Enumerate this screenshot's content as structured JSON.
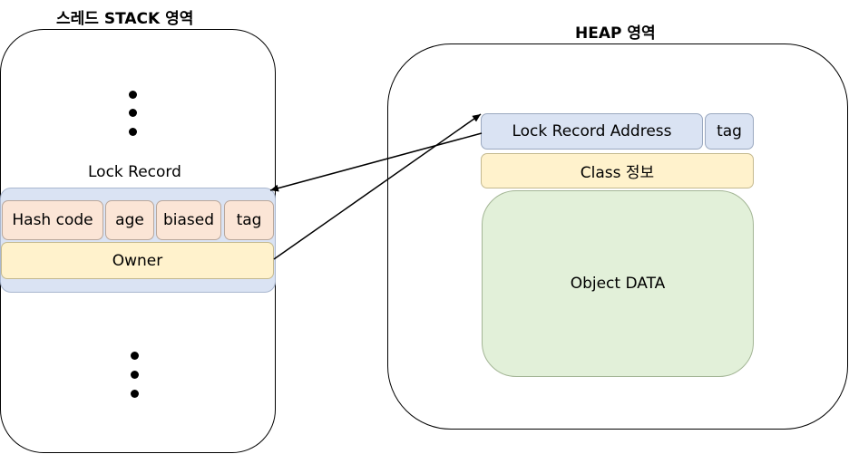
{
  "stack": {
    "title": "스레드 STACK  영역",
    "lock_record_label": "Lock Record",
    "fields": [
      "Hash code",
      "age",
      "biased",
      "tag"
    ],
    "owner": "Owner"
  },
  "heap": {
    "title": "HEAP 영역",
    "lock_record_address": "Lock Record Address",
    "tag": "tag",
    "class_info": "Class 정보",
    "object_data": "Object DATA"
  }
}
